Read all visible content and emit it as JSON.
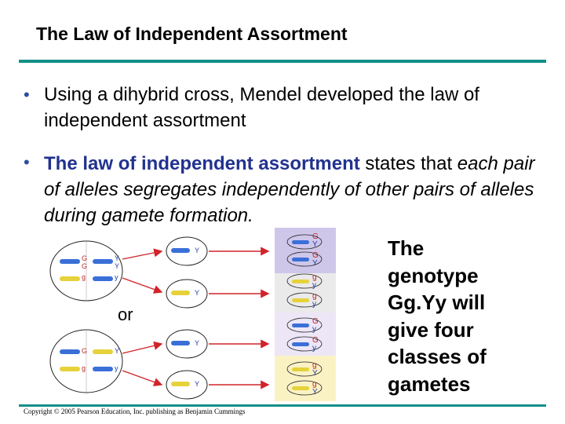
{
  "slide": {
    "title": "The Law of Independent Assortment",
    "bullet1": {
      "text": "Using a dihybrid cross, Mendel developed the law of independent assortment"
    },
    "bullet2": {
      "bold": "The law of independent assortment",
      "normal": " states that ",
      "italic": "each pair of alleles segregates independently of other pairs of alleles during gamete formation."
    },
    "side_lines": [
      "The",
      "genotype",
      "Gg.Yy will",
      "give four",
      "classes of",
      "gametes"
    ],
    "figure": {
      "or_label": "or",
      "allele_G": "G",
      "allele_g": "g",
      "allele_Y": "Y",
      "allele_y": "y"
    },
    "copyright": "Copyright © 2005 Pearson Education, Inc. publishing as Benjamin Cummings"
  },
  "colors": {
    "accent_rule": "#138f8a",
    "bullet": "#2e4da3",
    "emphasis": "#22328f",
    "arrow": "#d2232a",
    "chromosome_blue": "#3a6fd8",
    "chromosome_yellow": "#e6d23a",
    "chromosome_red": "#d64040",
    "allele_red": "#c0272d",
    "allele_blue": "#2040a0"
  }
}
